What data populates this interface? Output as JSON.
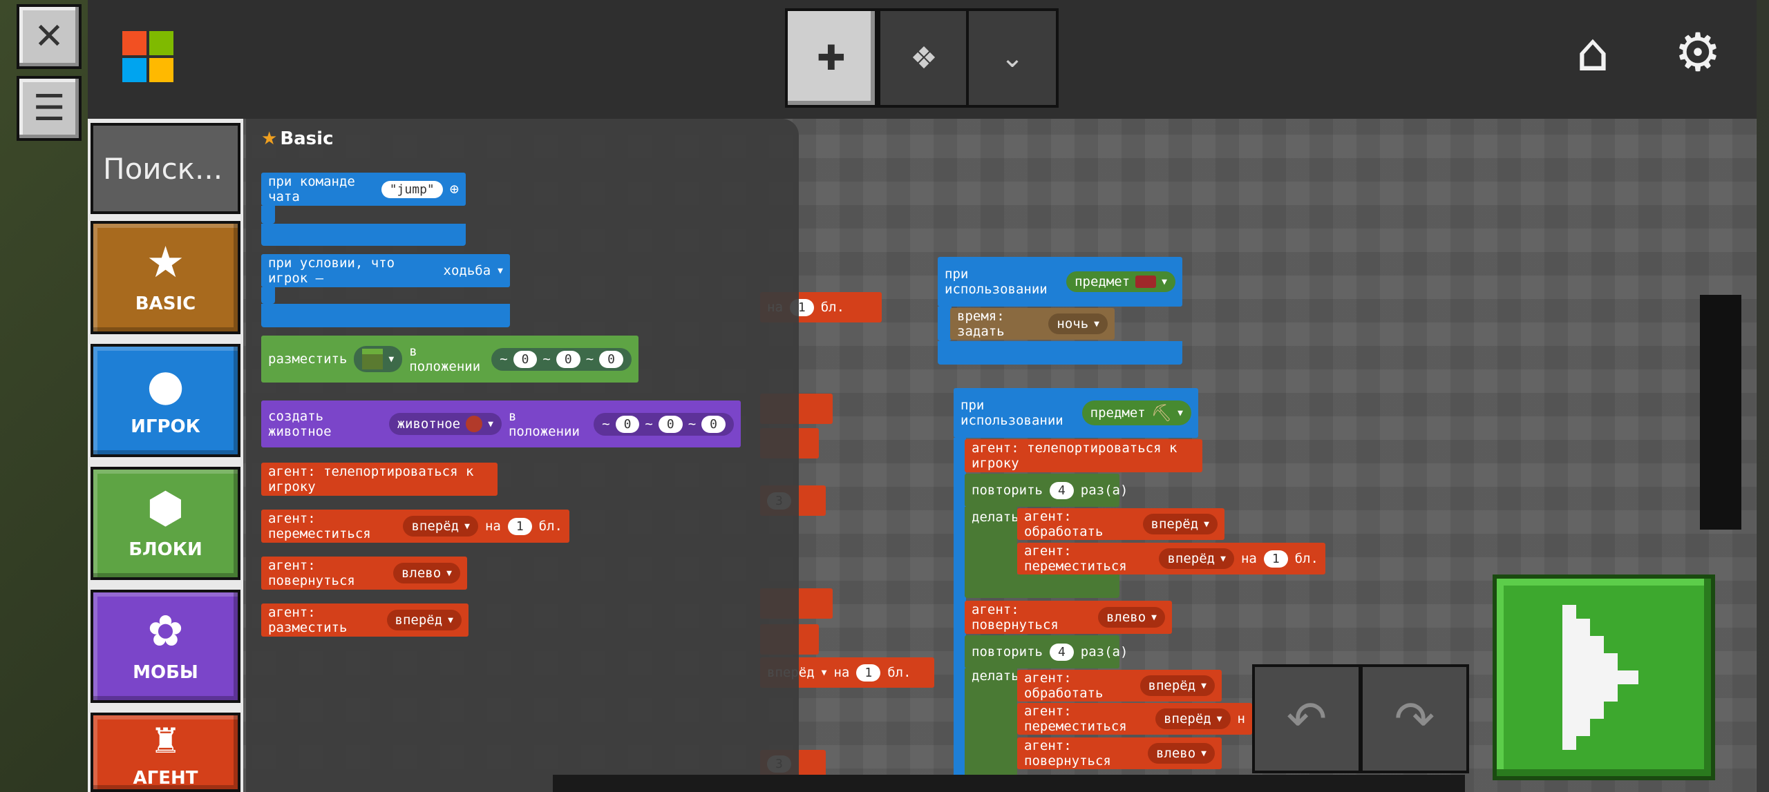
{
  "topbar": {
    "close_icon": "close-icon",
    "menu_icon": "hamburger-menu-icon",
    "logo": "microsoft-logo",
    "logo_colors": [
      "#f25022",
      "#7fba00",
      "#00a4ef",
      "#ffb900"
    ],
    "tabs": [
      {
        "icon": "puzzle-icon",
        "active": true
      },
      {
        "icon": "python-icon",
        "active": false
      },
      {
        "icon": "chevron-down-icon",
        "active": false
      }
    ],
    "home_icon": "home-icon",
    "settings_icon": "gear-icon"
  },
  "search": {
    "placeholder": "Поиск..."
  },
  "categories": [
    {
      "label": "BASIC",
      "icon": "star-icon",
      "color": "#a86a1e"
    },
    {
      "label": "ИГРОК",
      "icon": "person-icon",
      "color": "#1e7fd6"
    },
    {
      "label": "БЛОКИ",
      "icon": "cube-icon",
      "color": "#5ea444"
    },
    {
      "label": "МОБЫ",
      "icon": "paw-icon",
      "color": "#7b45c9"
    },
    {
      "label": "АГЕНТ",
      "icon": "agent-icon",
      "color": "#d4401a"
    }
  ],
  "flyout": {
    "title": "Basic",
    "b1": {
      "text": "при команде чата",
      "value": "\"jump\""
    },
    "b2": {
      "text": "при условии, что игрок —",
      "option": "ходьба"
    },
    "b3": {
      "text": "разместить",
      "mid": "в положении",
      "x": "0",
      "y": "0",
      "z": "0"
    },
    "b4": {
      "text": "создать животное",
      "option": "животное",
      "mid": "в положении",
      "x": "0",
      "y": "0",
      "z": "0"
    },
    "b5": {
      "text": "агент: телепортироваться к игроку"
    },
    "b6": {
      "text": "агент: переместиться",
      "option": "вперёд",
      "mid": "на",
      "value": "1",
      "unit": "бл."
    },
    "b7": {
      "text": "агент: повернуться",
      "option": "влево"
    },
    "b8": {
      "text": "агент: разместить",
      "option": "вперёд"
    }
  },
  "workspace": {
    "ghost": {
      "na": "на",
      "one": "1",
      "unit": "бл.",
      "three": "3",
      "three2": "3",
      "vpered": "вперёд",
      "na2": "на",
      "one2": "1",
      "unit2": "бл."
    },
    "ev1": {
      "text": "при использовании",
      "option": "предмет",
      "time_text": "время: задать",
      "time_option": "ночь"
    },
    "ev2": {
      "text": "при использовании",
      "option": "предмет",
      "teleport": "агент: телепортироваться к игроку",
      "repeat1": {
        "label": "повторить",
        "count": "4",
        "suffix": "раз(а)",
        "do": "делать"
      },
      "till1": {
        "text": "агент: обработать",
        "option": "вперёд"
      },
      "move1": {
        "text": "агент: переместиться",
        "option": "вперёд",
        "mid": "на",
        "value": "1",
        "unit": "бл."
      },
      "turn": {
        "text": "агент: повернуться",
        "option": "влево"
      },
      "repeat2": {
        "label": "повторить",
        "count": "4",
        "suffix": "раз(а)",
        "do": "делать"
      },
      "till2": {
        "text": "агент: обработать",
        "option": "вперёд"
      },
      "move2": {
        "text": "агент: переместиться",
        "option": "вперёд",
        "mid": "н"
      },
      "turn2": {
        "text": "агент: повернуться",
        "option": "влево"
      }
    }
  },
  "controls": {
    "undo_icon": "undo-icon",
    "redo_icon": "redo-icon",
    "run_icon": "play-icon"
  }
}
